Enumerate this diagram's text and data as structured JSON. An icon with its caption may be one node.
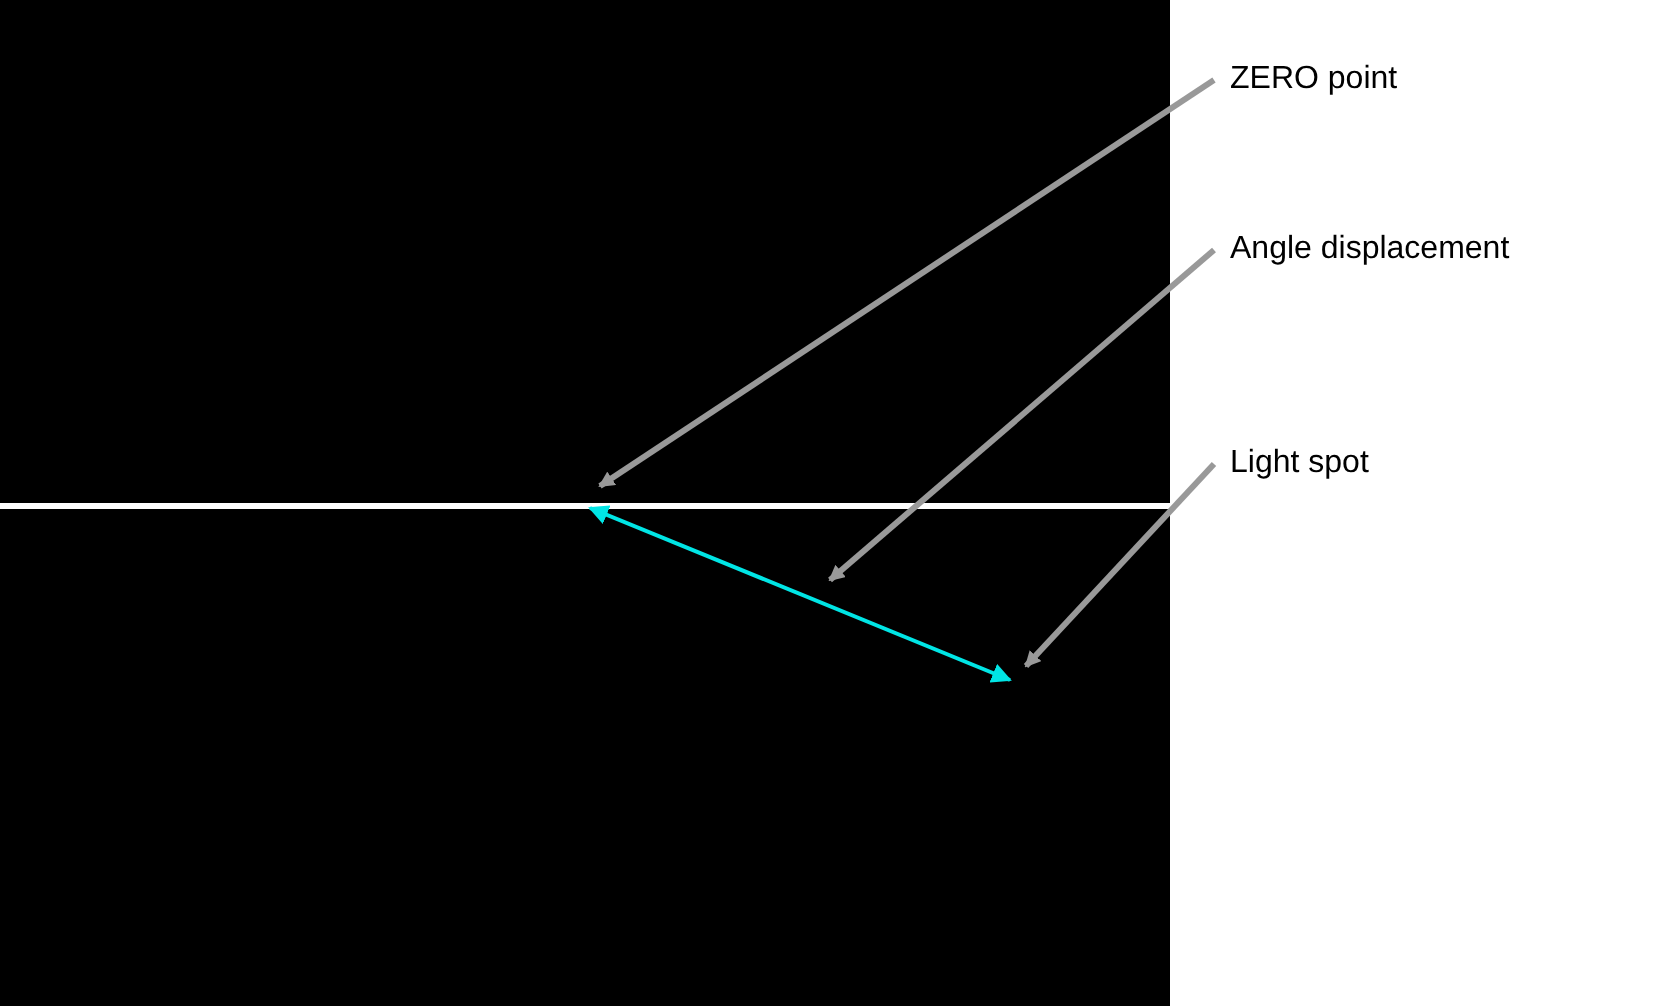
{
  "diagram": {
    "nodes": [
      {
        "text": [
          "ZERO point"
        ]
      },
      {
        "text": [
          "Angle displacement"
        ]
      },
      {
        "text": [
          "Light spot"
        ]
      }
    ],
    "edges": [
      {
        "from": 0,
        "to": null,
        "arrow": "to"
      },
      {
        "from": 1,
        "to": null,
        "arrow": "to"
      },
      {
        "from": 2,
        "to": null,
        "arrow": "to"
      }
    ]
  }
}
